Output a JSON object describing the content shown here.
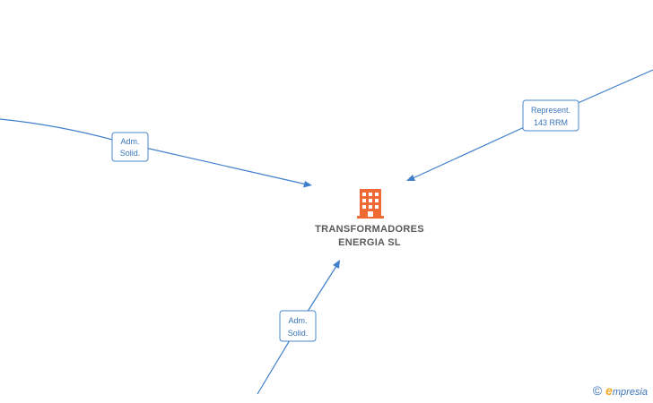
{
  "node": {
    "icon": "building-icon",
    "name_line1": "TRANSFORMADORES",
    "name_line2": "ENERGIA  SL",
    "icon_color": "#f06a35"
  },
  "edges": [
    {
      "id": "left",
      "label_line1": "Adm.",
      "label_line2": "Solid."
    },
    {
      "id": "right",
      "label_line1": "Represent.",
      "label_line2": "143 RRM"
    },
    {
      "id": "bottom",
      "label_line1": "Adm.",
      "label_line2": "Solid."
    }
  ],
  "colors": {
    "edge": "#3f7fcc",
    "label_text": "#3a74b8",
    "node_text": "#5a5a5a"
  },
  "watermark": {
    "copyright": "©",
    "brand_initial": "e",
    "brand_rest": "mpresia"
  }
}
